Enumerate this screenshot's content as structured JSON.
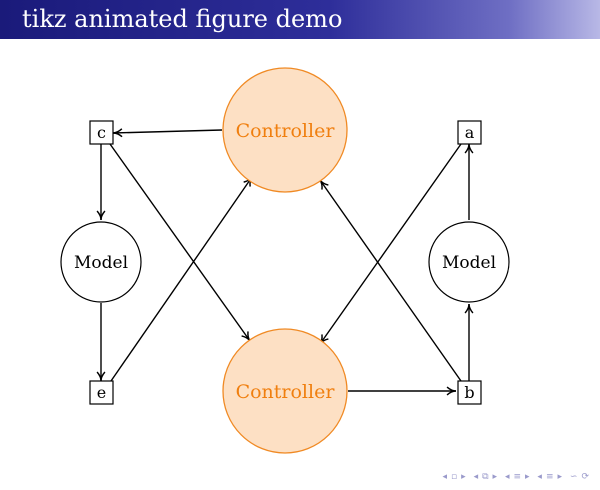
{
  "slide": {
    "title": "tikz animated figure demo"
  },
  "colors": {
    "title_bar": "#1f1f85",
    "controller_fill": "#fde0c4",
    "controller_stroke": "#f08a24",
    "controller_text": "#f07f0f",
    "line": "#000000"
  },
  "nodes": {
    "controller_top": "Controller",
    "controller_bottom": "Controller",
    "model_left": "Model",
    "model_right": "Model",
    "box_a": "a",
    "box_b": "b",
    "box_c": "c",
    "box_e": "e"
  },
  "edges": [
    {
      "from": "Controller (top)",
      "to": "c"
    },
    {
      "from": "c",
      "to": "Model (left)"
    },
    {
      "from": "c",
      "to": "Controller (bottom)"
    },
    {
      "from": "Model (left)",
      "to": "e"
    },
    {
      "from": "e",
      "to": "Controller (top)"
    },
    {
      "from": "a",
      "to": "Controller (bottom)"
    },
    {
      "from": "Model (right)",
      "to": "a"
    },
    {
      "from": "b",
      "to": "Model (right)"
    },
    {
      "from": "b",
      "to": "Controller (top)"
    },
    {
      "from": "Controller (bottom)",
      "to": "b"
    }
  ],
  "navigation": {
    "icons": [
      "nav-slide-prev-icon",
      "nav-slide-next-icon",
      "nav-frame-prev-icon",
      "nav-frame-next-icon",
      "nav-subsection-prev-icon",
      "nav-subsection-next-icon",
      "nav-section-prev-icon",
      "nav-section-next-icon",
      "nav-align-icon",
      "nav-search-icon"
    ]
  }
}
